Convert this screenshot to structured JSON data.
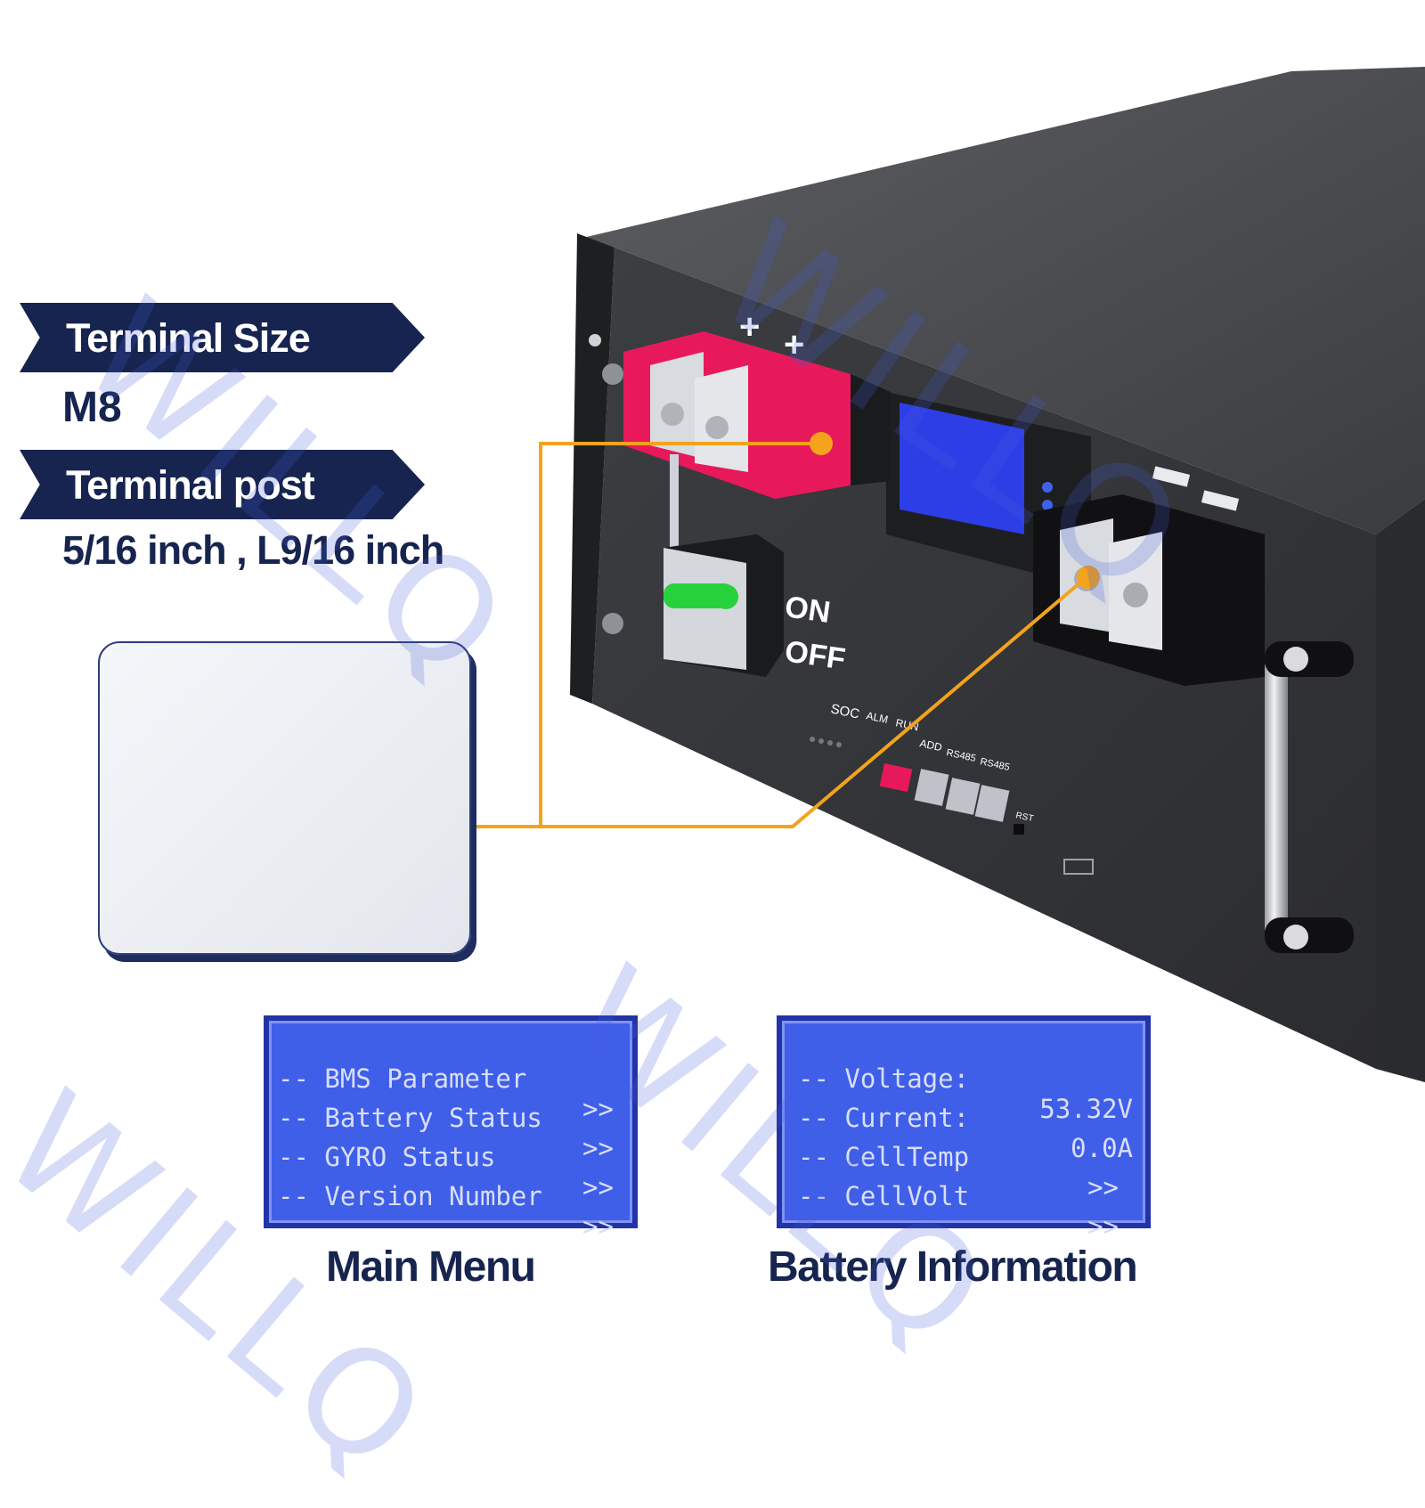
{
  "specs": {
    "terminal_size_label": "Terminal Size",
    "terminal_size_value": "M8",
    "terminal_post_label": "Terminal post",
    "terminal_post_value": "5/16 inch , L9/16 inch"
  },
  "device": {
    "plus_1": "+",
    "plus_2": "+",
    "switch_on": "ON",
    "switch_off": "OFF",
    "port_labels": [
      "SOC",
      "ALM",
      "RUN",
      "ADD",
      "RS485",
      "RS485",
      "RST"
    ]
  },
  "main_menu": {
    "caption": "Main Menu",
    "rows": [
      {
        "text": "-- BMS Parameter",
        "arrow": ">>"
      },
      {
        "text": "-- Battery Status",
        "arrow": ">>"
      },
      {
        "text": "-- GYRO Status",
        "arrow": ">>"
      },
      {
        "text": "-- Version Number",
        "arrow": ">>"
      }
    ]
  },
  "battery_info": {
    "caption": "Battery Information",
    "rows": [
      {
        "label": "-- Voltage:",
        "value": "53.32V"
      },
      {
        "label": "-- Current:",
        "value": "0.0A"
      },
      {
        "label": "-- CellTemp",
        "value": ">>"
      },
      {
        "label": "-- CellVolt",
        "value": ">>"
      }
    ]
  },
  "watermark": "WILLQ",
  "colors": {
    "navy": "#16244f",
    "callout_line": "#f3a31c",
    "lcd_blue": "#3f5fe9",
    "terminal_red": "#e8195a"
  }
}
